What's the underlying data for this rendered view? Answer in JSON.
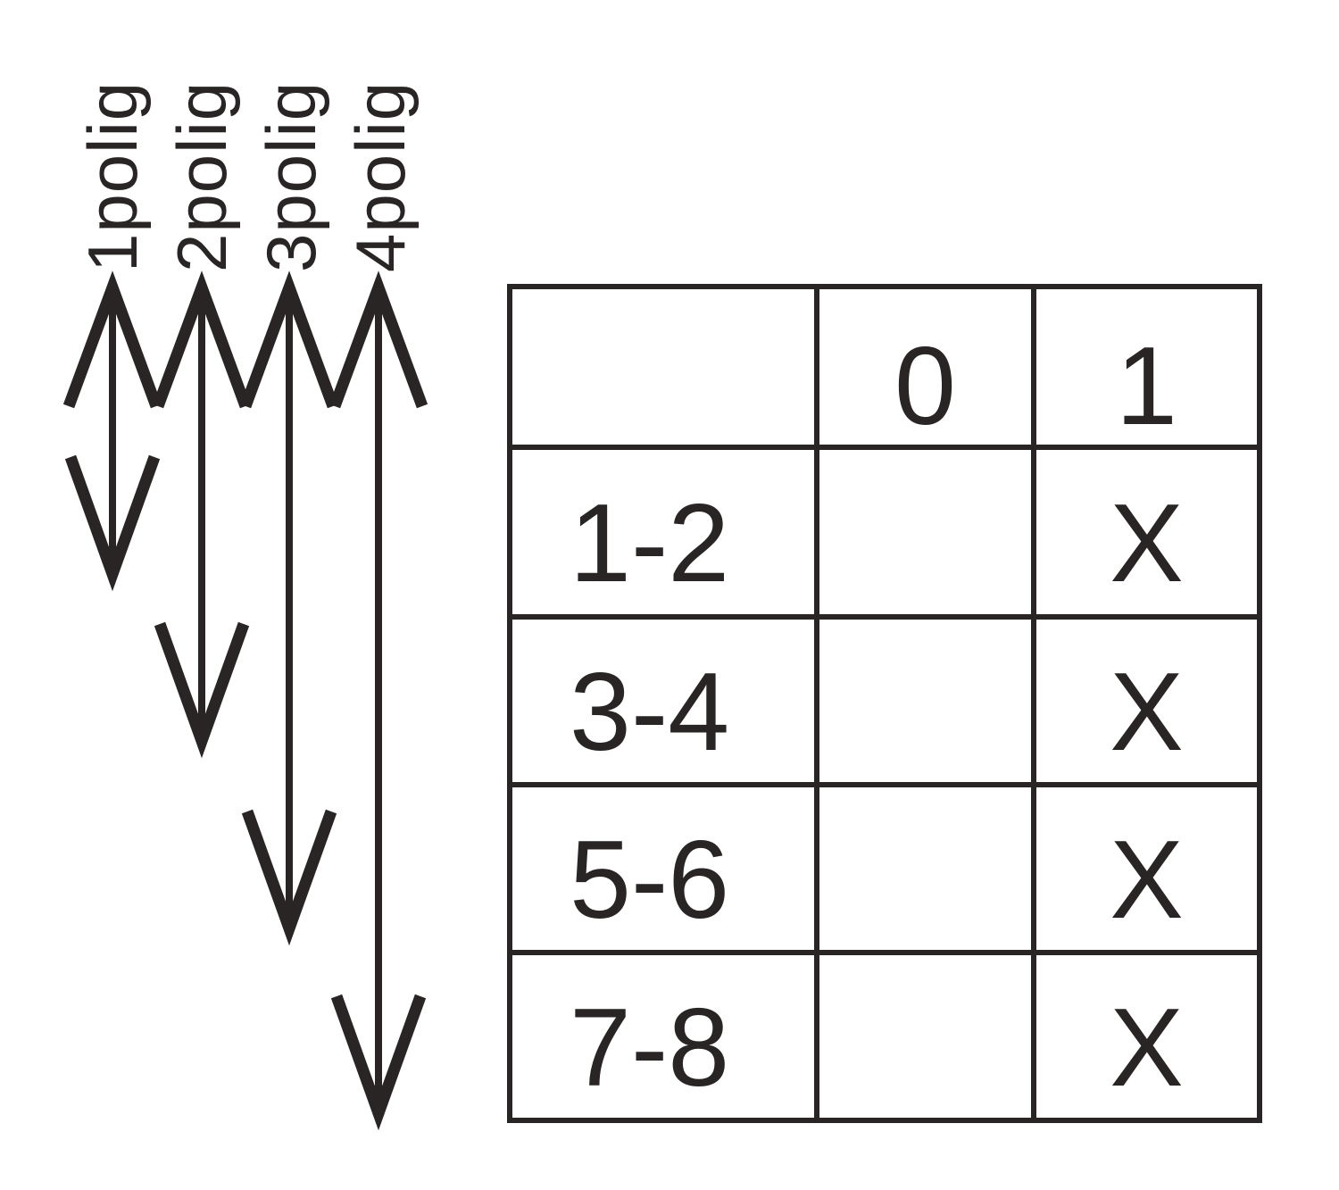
{
  "colors": {
    "ink": "#282524",
    "background": "#ffffff"
  },
  "pole_labels": [
    {
      "text": "1polig"
    },
    {
      "text": "2polig"
    },
    {
      "text": "3polig"
    },
    {
      "text": "4polig"
    }
  ],
  "contact_table": {
    "columns": [
      "",
      "0",
      "1"
    ],
    "rows": [
      {
        "contacts": "1-2",
        "pos_0": "",
        "pos_1": "X"
      },
      {
        "contacts": "3-4",
        "pos_0": "",
        "pos_1": "X"
      },
      {
        "contacts": "5-6",
        "pos_0": "",
        "pos_1": "X"
      },
      {
        "contacts": "7-8",
        "pos_0": "",
        "pos_1": "X"
      }
    ]
  }
}
